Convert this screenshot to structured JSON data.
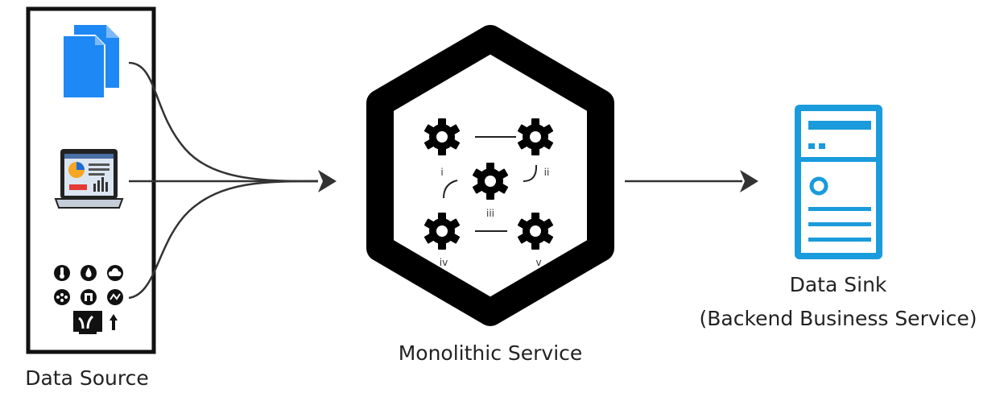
{
  "source": {
    "label": "Data Source"
  },
  "service": {
    "label": "Monolithic Service",
    "components": [
      "i",
      "ii",
      "iii",
      "iv",
      "v"
    ]
  },
  "sink": {
    "label_line1": "Data Sink",
    "label_line2": "(Backend Business Service)"
  },
  "colors": {
    "document_blue": "#1E88F5",
    "server_blue": "#1A9BDB",
    "stroke": "#333333",
    "box_border": "#111111"
  },
  "icons": {
    "source_1": "documents-icon",
    "source_2": "dashboard-laptop-icon",
    "source_3": "iot-sensors-icon",
    "sink": "server-icon",
    "component": "gear-icon"
  }
}
